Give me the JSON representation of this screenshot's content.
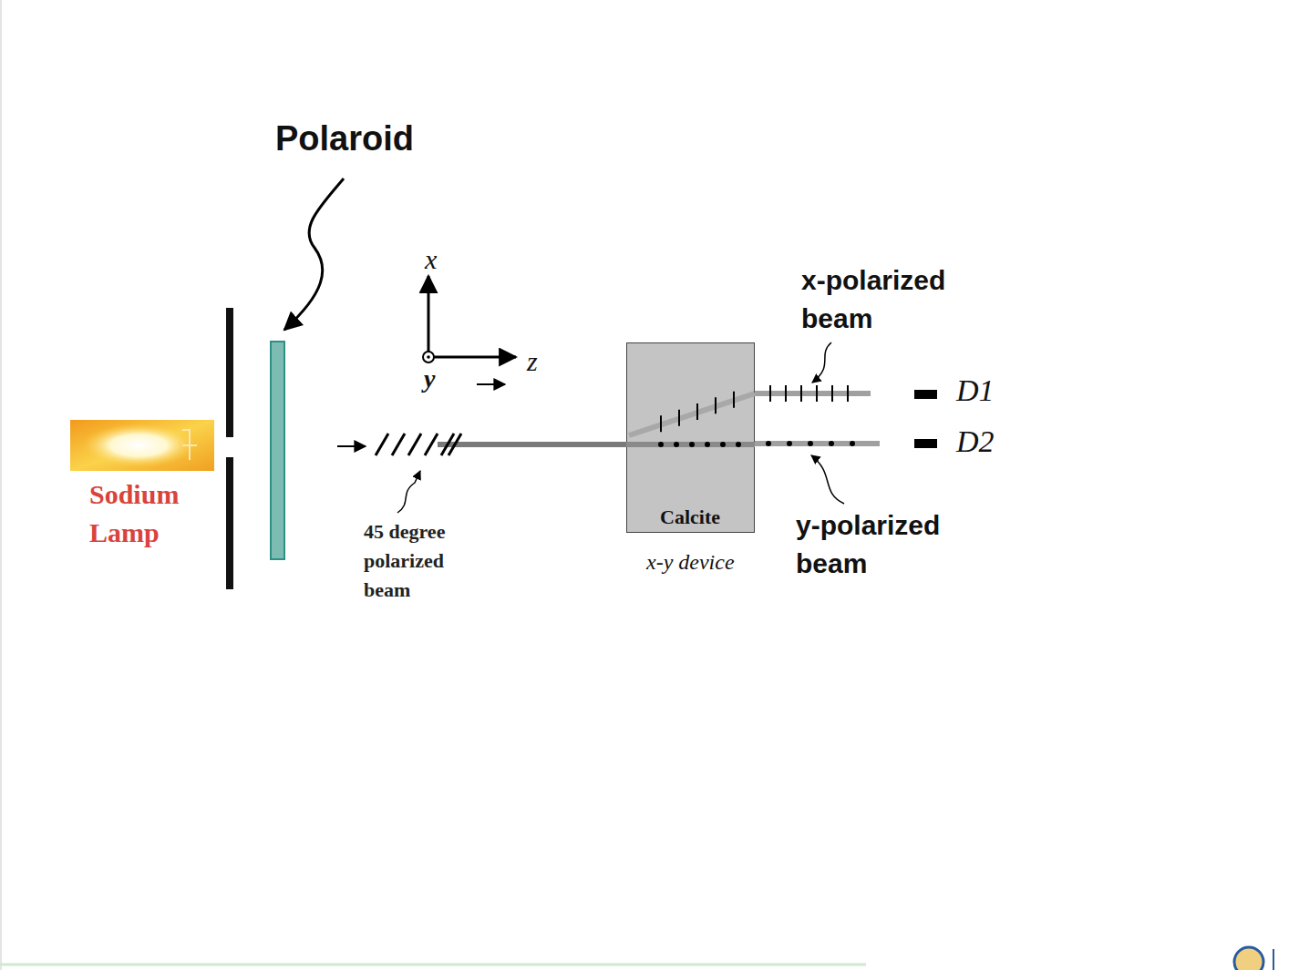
{
  "diagram": {
    "nodes": [
      {
        "text": [
          "Calcite",
          "x-y device"
        ]
      }
    ],
    "labels": [
      "Polaroid",
      "x",
      "y",
      "z",
      "Sodium Lamp",
      "45 degree polarized beam",
      "x-polarized beam",
      "y-polarized beam",
      "D1",
      "D2"
    ]
  }
}
